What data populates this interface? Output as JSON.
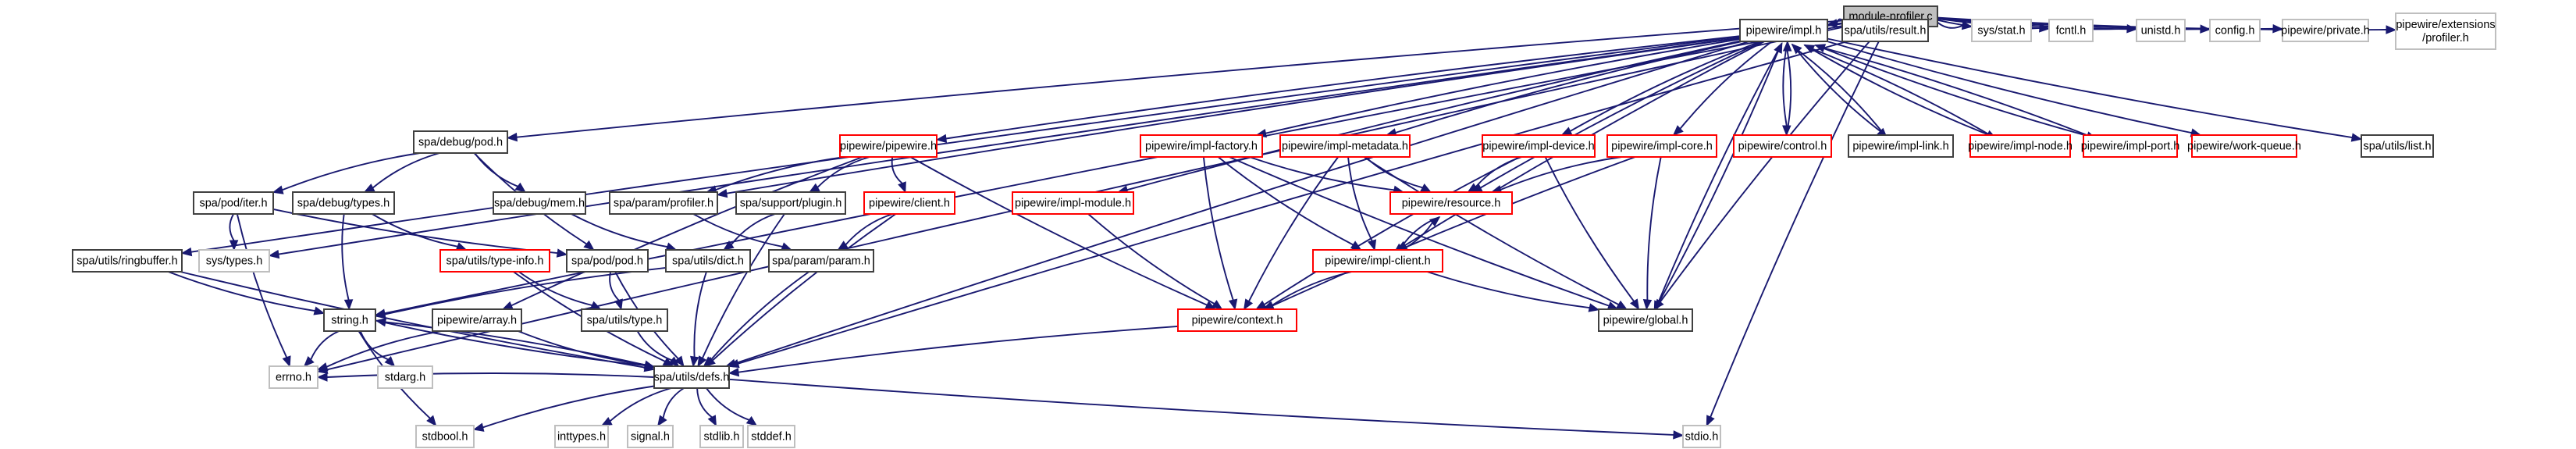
{
  "title": "module-profiler.c",
  "colors": {
    "edge": "#191970",
    "root_fill": "#bfbfbf",
    "documented_border": "#404040",
    "incomplete_border": "#ff0000",
    "external_border": "#bfbfbf"
  },
  "nodes": [
    {
      "id": "root",
      "label": "module-profiler.c",
      "kind": "root"
    },
    {
      "id": "impl",
      "label": "pipewire/impl.h",
      "kind": "black"
    },
    {
      "id": "result",
      "label": "spa/utils/result.h",
      "kind": "black"
    },
    {
      "id": "sysstat",
      "label": "sys/stat.h",
      "kind": "grey"
    },
    {
      "id": "fcntl",
      "label": "fcntl.h",
      "kind": "grey"
    },
    {
      "id": "unistd",
      "label": "unistd.h",
      "kind": "grey"
    },
    {
      "id": "config",
      "label": "config.h",
      "kind": "grey"
    },
    {
      "id": "private",
      "label": "pipewire/private.h",
      "kind": "grey"
    },
    {
      "id": "extprof",
      "label": "pipewire/extensions\n/profiler.h",
      "kind": "grey"
    },
    {
      "id": "debugpod",
      "label": "spa/debug/pod.h",
      "kind": "black"
    },
    {
      "id": "pipewire",
      "label": "pipewire/pipewire.h",
      "kind": "red"
    },
    {
      "id": "implfactory",
      "label": "pipewire/impl-factory.h",
      "kind": "red"
    },
    {
      "id": "implmetadata",
      "label": "pipewire/impl-metadata.h",
      "kind": "red"
    },
    {
      "id": "impldevice",
      "label": "pipewire/impl-device.h",
      "kind": "red"
    },
    {
      "id": "implcore",
      "label": "pipewire/impl-core.h",
      "kind": "red"
    },
    {
      "id": "control",
      "label": "pipewire/control.h",
      "kind": "red"
    },
    {
      "id": "impllink",
      "label": "pipewire/impl-link.h",
      "kind": "black"
    },
    {
      "id": "implnode",
      "label": "pipewire/impl-node.h",
      "kind": "red"
    },
    {
      "id": "implport",
      "label": "pipewire/impl-port.h",
      "kind": "red"
    },
    {
      "id": "workqueue",
      "label": "pipewire/work-queue.h",
      "kind": "red"
    },
    {
      "id": "list",
      "label": "spa/utils/list.h",
      "kind": "black"
    },
    {
      "id": "poditer",
      "label": "spa/pod/iter.h",
      "kind": "black"
    },
    {
      "id": "debugtypes",
      "label": "spa/debug/types.h",
      "kind": "black"
    },
    {
      "id": "debugmem",
      "label": "spa/debug/mem.h",
      "kind": "black"
    },
    {
      "id": "paramprof",
      "label": "spa/param/profiler.h",
      "kind": "black"
    },
    {
      "id": "plugin",
      "label": "spa/support/plugin.h",
      "kind": "black"
    },
    {
      "id": "client",
      "label": "pipewire/client.h",
      "kind": "red"
    },
    {
      "id": "implmodule",
      "label": "pipewire/impl-module.h",
      "kind": "red"
    },
    {
      "id": "resource",
      "label": "pipewire/resource.h",
      "kind": "red"
    },
    {
      "id": "ringbuffer",
      "label": "spa/utils/ringbuffer.h",
      "kind": "black"
    },
    {
      "id": "systypes",
      "label": "sys/types.h",
      "kind": "grey"
    },
    {
      "id": "typeinfo",
      "label": "spa/utils/type-info.h",
      "kind": "red"
    },
    {
      "id": "podpod",
      "label": "spa/pod/pod.h",
      "kind": "black"
    },
    {
      "id": "dict",
      "label": "spa/utils/dict.h",
      "kind": "black"
    },
    {
      "id": "param",
      "label": "spa/param/param.h",
      "kind": "black"
    },
    {
      "id": "implclient",
      "label": "pipewire/impl-client.h",
      "kind": "red"
    },
    {
      "id": "string",
      "label": "string.h",
      "kind": "black"
    },
    {
      "id": "array",
      "label": "pipewire/array.h",
      "kind": "black"
    },
    {
      "id": "type",
      "label": "spa/utils/type.h",
      "kind": "black"
    },
    {
      "id": "context",
      "label": "pipewire/context.h",
      "kind": "red"
    },
    {
      "id": "global",
      "label": "pipewire/global.h",
      "kind": "black"
    },
    {
      "id": "errno",
      "label": "errno.h",
      "kind": "grey"
    },
    {
      "id": "stdarg",
      "label": "stdarg.h",
      "kind": "grey"
    },
    {
      "id": "defs",
      "label": "spa/utils/defs.h",
      "kind": "black"
    },
    {
      "id": "stdbool",
      "label": "stdbool.h",
      "kind": "grey"
    },
    {
      "id": "inttypes",
      "label": "inttypes.h",
      "kind": "grey"
    },
    {
      "id": "signal",
      "label": "signal.h",
      "kind": "grey"
    },
    {
      "id": "stdlib",
      "label": "stdlib.h",
      "kind": "grey"
    },
    {
      "id": "stddef",
      "label": "stddef.h",
      "kind": "grey"
    },
    {
      "id": "stdio",
      "label": "stdio.h",
      "kind": "grey"
    }
  ],
  "edges": [
    [
      "root",
      "impl"
    ],
    [
      "root",
      "result"
    ],
    [
      "root",
      "sysstat"
    ],
    [
      "root",
      "fcntl"
    ],
    [
      "root",
      "unistd"
    ],
    [
      "root",
      "config"
    ],
    [
      "root",
      "private"
    ],
    [
      "root",
      "extprof"
    ],
    [
      "root",
      "debugpod"
    ],
    [
      "root",
      "paramprof"
    ],
    [
      "root",
      "ringbuffer"
    ],
    [
      "root",
      "systypes"
    ],
    [
      "root",
      "string"
    ],
    [
      "root",
      "errno"
    ],
    [
      "root",
      "stdio"
    ],
    [
      "root",
      "global"
    ],
    [
      "impl",
      "pipewire"
    ],
    [
      "impl",
      "implfactory"
    ],
    [
      "impl",
      "implmetadata"
    ],
    [
      "impl",
      "impldevice"
    ],
    [
      "impl",
      "implcore"
    ],
    [
      "impl",
      "control"
    ],
    [
      "impl",
      "impllink"
    ],
    [
      "impl",
      "implnode"
    ],
    [
      "impl",
      "implport"
    ],
    [
      "impl",
      "workqueue"
    ],
    [
      "impl",
      "list"
    ],
    [
      "impl",
      "implmodule"
    ],
    [
      "impl",
      "resource"
    ],
    [
      "impl",
      "implclient"
    ],
    [
      "impl",
      "global"
    ],
    [
      "impl",
      "defs"
    ],
    [
      "control",
      "impl"
    ],
    [
      "impllink",
      "impl"
    ],
    [
      "implnode",
      "impl"
    ],
    [
      "implport",
      "impl"
    ],
    [
      "global",
      "impl"
    ],
    [
      "result",
      "defs"
    ],
    [
      "debugpod",
      "poditer"
    ],
    [
      "debugpod",
      "debugtypes"
    ],
    [
      "debugpod",
      "debugmem"
    ],
    [
      "debugpod",
      "podpod"
    ],
    [
      "poditer",
      "systypes"
    ],
    [
      "poditer",
      "podpod"
    ],
    [
      "poditer",
      "errno"
    ],
    [
      "debugtypes",
      "typeinfo"
    ],
    [
      "debugtypes",
      "string"
    ],
    [
      "debugmem",
      "dict"
    ],
    [
      "pipewire",
      "paramprof"
    ],
    [
      "pipewire",
      "plugin"
    ],
    [
      "pipewire",
      "client"
    ],
    [
      "pipewire",
      "context"
    ],
    [
      "pipewire",
      "array"
    ],
    [
      "paramprof",
      "param"
    ],
    [
      "plugin",
      "dict"
    ],
    [
      "plugin",
      "defs"
    ],
    [
      "client",
      "param"
    ],
    [
      "client",
      "defs"
    ],
    [
      "implmodule",
      "context"
    ],
    [
      "implfactory",
      "resource"
    ],
    [
      "implfactory",
      "implclient"
    ],
    [
      "implfactory",
      "context"
    ],
    [
      "implfactory",
      "global"
    ],
    [
      "implmetadata",
      "resource"
    ],
    [
      "implmetadata",
      "implclient"
    ],
    [
      "implmetadata",
      "context"
    ],
    [
      "implmetadata",
      "global"
    ],
    [
      "impldevice",
      "resource"
    ],
    [
      "impldevice",
      "context"
    ],
    [
      "impldevice",
      "global"
    ],
    [
      "implcore",
      "resource"
    ],
    [
      "implcore",
      "context"
    ],
    [
      "implcore",
      "global"
    ],
    [
      "resource",
      "implclient"
    ],
    [
      "implclient",
      "resource"
    ],
    [
      "implclient",
      "context"
    ],
    [
      "implclient",
      "global"
    ],
    [
      "ringbuffer",
      "string"
    ],
    [
      "ringbuffer",
      "defs"
    ],
    [
      "typeinfo",
      "type"
    ],
    [
      "typeinfo",
      "defs"
    ],
    [
      "podpod",
      "type"
    ],
    [
      "podpod",
      "defs"
    ],
    [
      "dict",
      "string"
    ],
    [
      "dict",
      "defs"
    ],
    [
      "param",
      "defs"
    ],
    [
      "type",
      "defs"
    ],
    [
      "array",
      "errno"
    ],
    [
      "array",
      "defs"
    ],
    [
      "context",
      "defs"
    ],
    [
      "string",
      "errno"
    ],
    [
      "string",
      "stdarg"
    ],
    [
      "string",
      "stdbool"
    ],
    [
      "string",
      "defs"
    ],
    [
      "defs",
      "string"
    ],
    [
      "defs",
      "inttypes"
    ],
    [
      "defs",
      "signal"
    ],
    [
      "defs",
      "stdlib"
    ],
    [
      "defs",
      "stddef"
    ],
    [
      "defs",
      "stdbool"
    ],
    [
      "defs",
      "stdio"
    ],
    [
      "defs",
      "errno"
    ]
  ]
}
